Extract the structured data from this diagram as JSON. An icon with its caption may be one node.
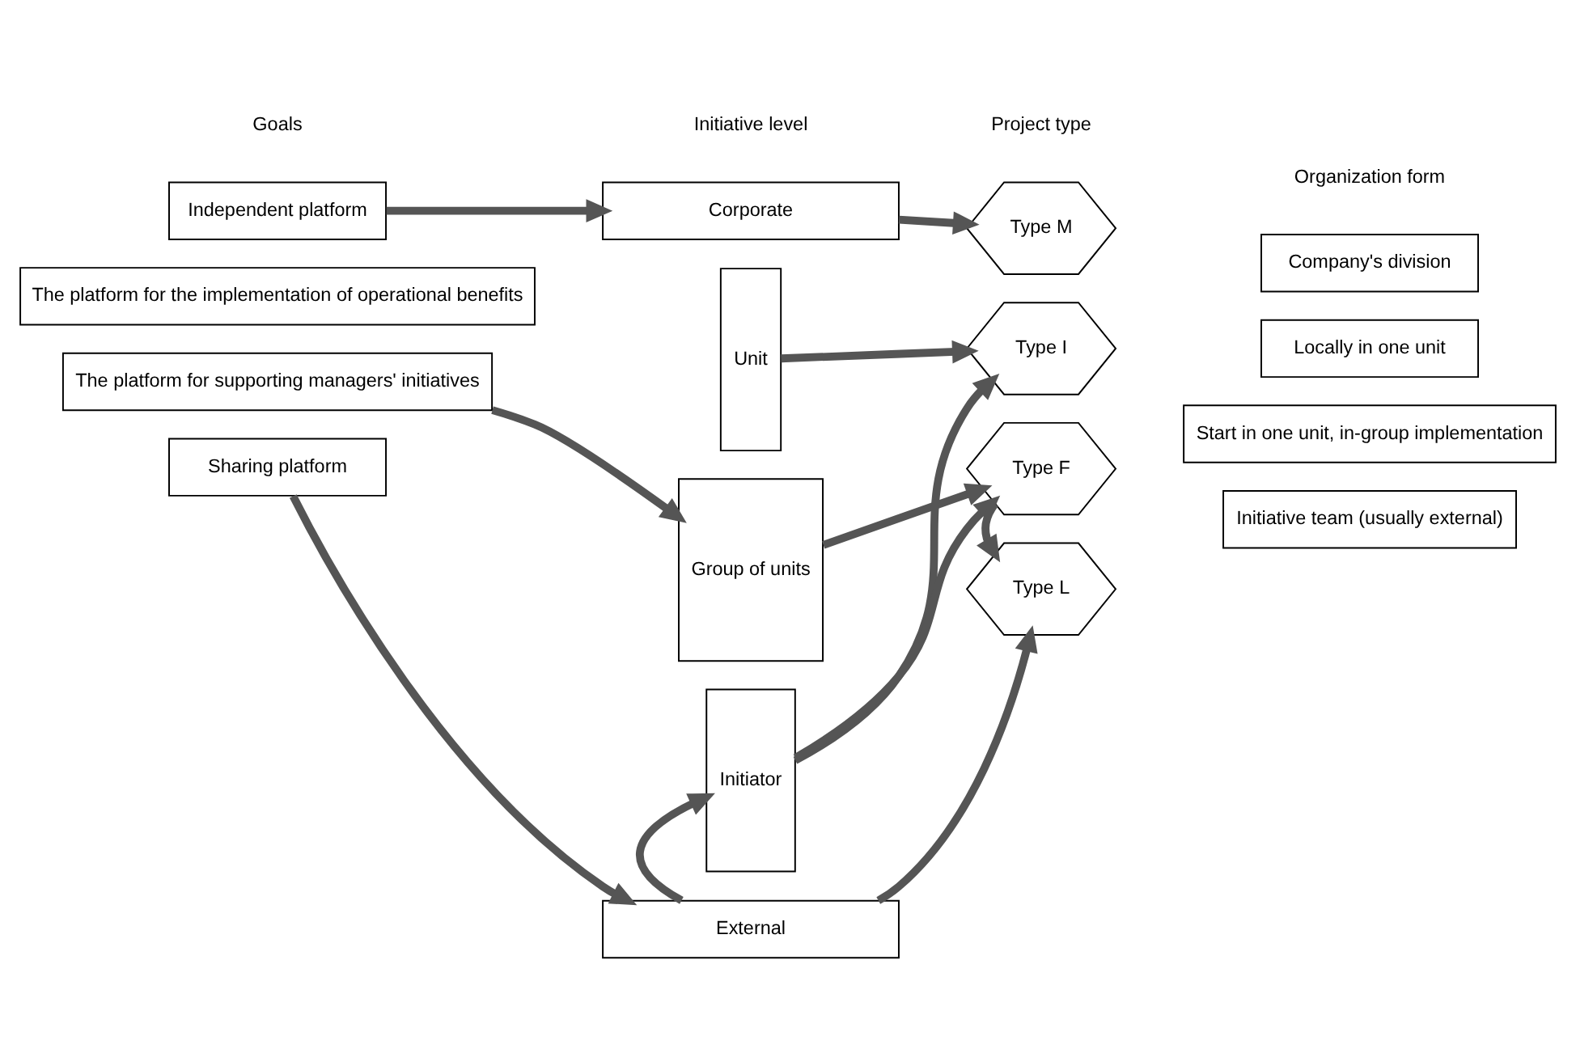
{
  "diagram": {
    "nodes": [
      {
        "text": [
          "Independent platform"
        ]
      },
      {
        "text": [
          "The platform for the implementation of operational benefits"
        ]
      },
      {
        "text": [
          "The platform for supporting managers' initiatives"
        ]
      },
      {
        "text": [
          "Sharing platform"
        ]
      },
      {
        "text": [
          "Corporate"
        ]
      },
      {
        "text": [
          "Unit"
        ]
      },
      {
        "text": [
          "Group of units"
        ]
      },
      {
        "text": [
          "Initiator"
        ]
      },
      {
        "text": [
          "External"
        ]
      },
      {
        "text": [
          "Type M"
        ]
      },
      {
        "text": [
          "Type I"
        ]
      },
      {
        "text": [
          "Type F"
        ]
      },
      {
        "text": [
          "Type L"
        ]
      },
      {
        "text": [
          "Company's division"
        ]
      },
      {
        "text": [
          "Locally in one unit"
        ]
      },
      {
        "text": [
          "Start in one unit, in-group implementation"
        ]
      },
      {
        "text": [
          "Initiative team (usually external)"
        ]
      }
    ],
    "edges": [
      {
        "from": 0,
        "to": 4,
        "arrow": "to"
      },
      {
        "from": 4,
        "to": 9,
        "arrow": "to"
      },
      {
        "from": 5,
        "to": 10,
        "arrow": "to"
      },
      {
        "from": 7,
        "to": 10,
        "arrow": "to"
      },
      {
        "from": 7,
        "to": 11,
        "arrow": "to"
      },
      {
        "from": 2,
        "to": 6,
        "arrow": "to"
      },
      {
        "from": 6,
        "to": 11,
        "arrow": "to"
      },
      {
        "from": 11,
        "to": 12,
        "arrow": "to"
      },
      {
        "from": 8,
        "to": 7,
        "arrow": "to"
      },
      {
        "from": 3,
        "to": 8,
        "arrow": "to"
      },
      {
        "from": 8,
        "to": 12,
        "arrow": "to"
      }
    ],
    "labels": [
      "Goals",
      "Initiative level",
      "Project type",
      "Organization form"
    ]
  }
}
